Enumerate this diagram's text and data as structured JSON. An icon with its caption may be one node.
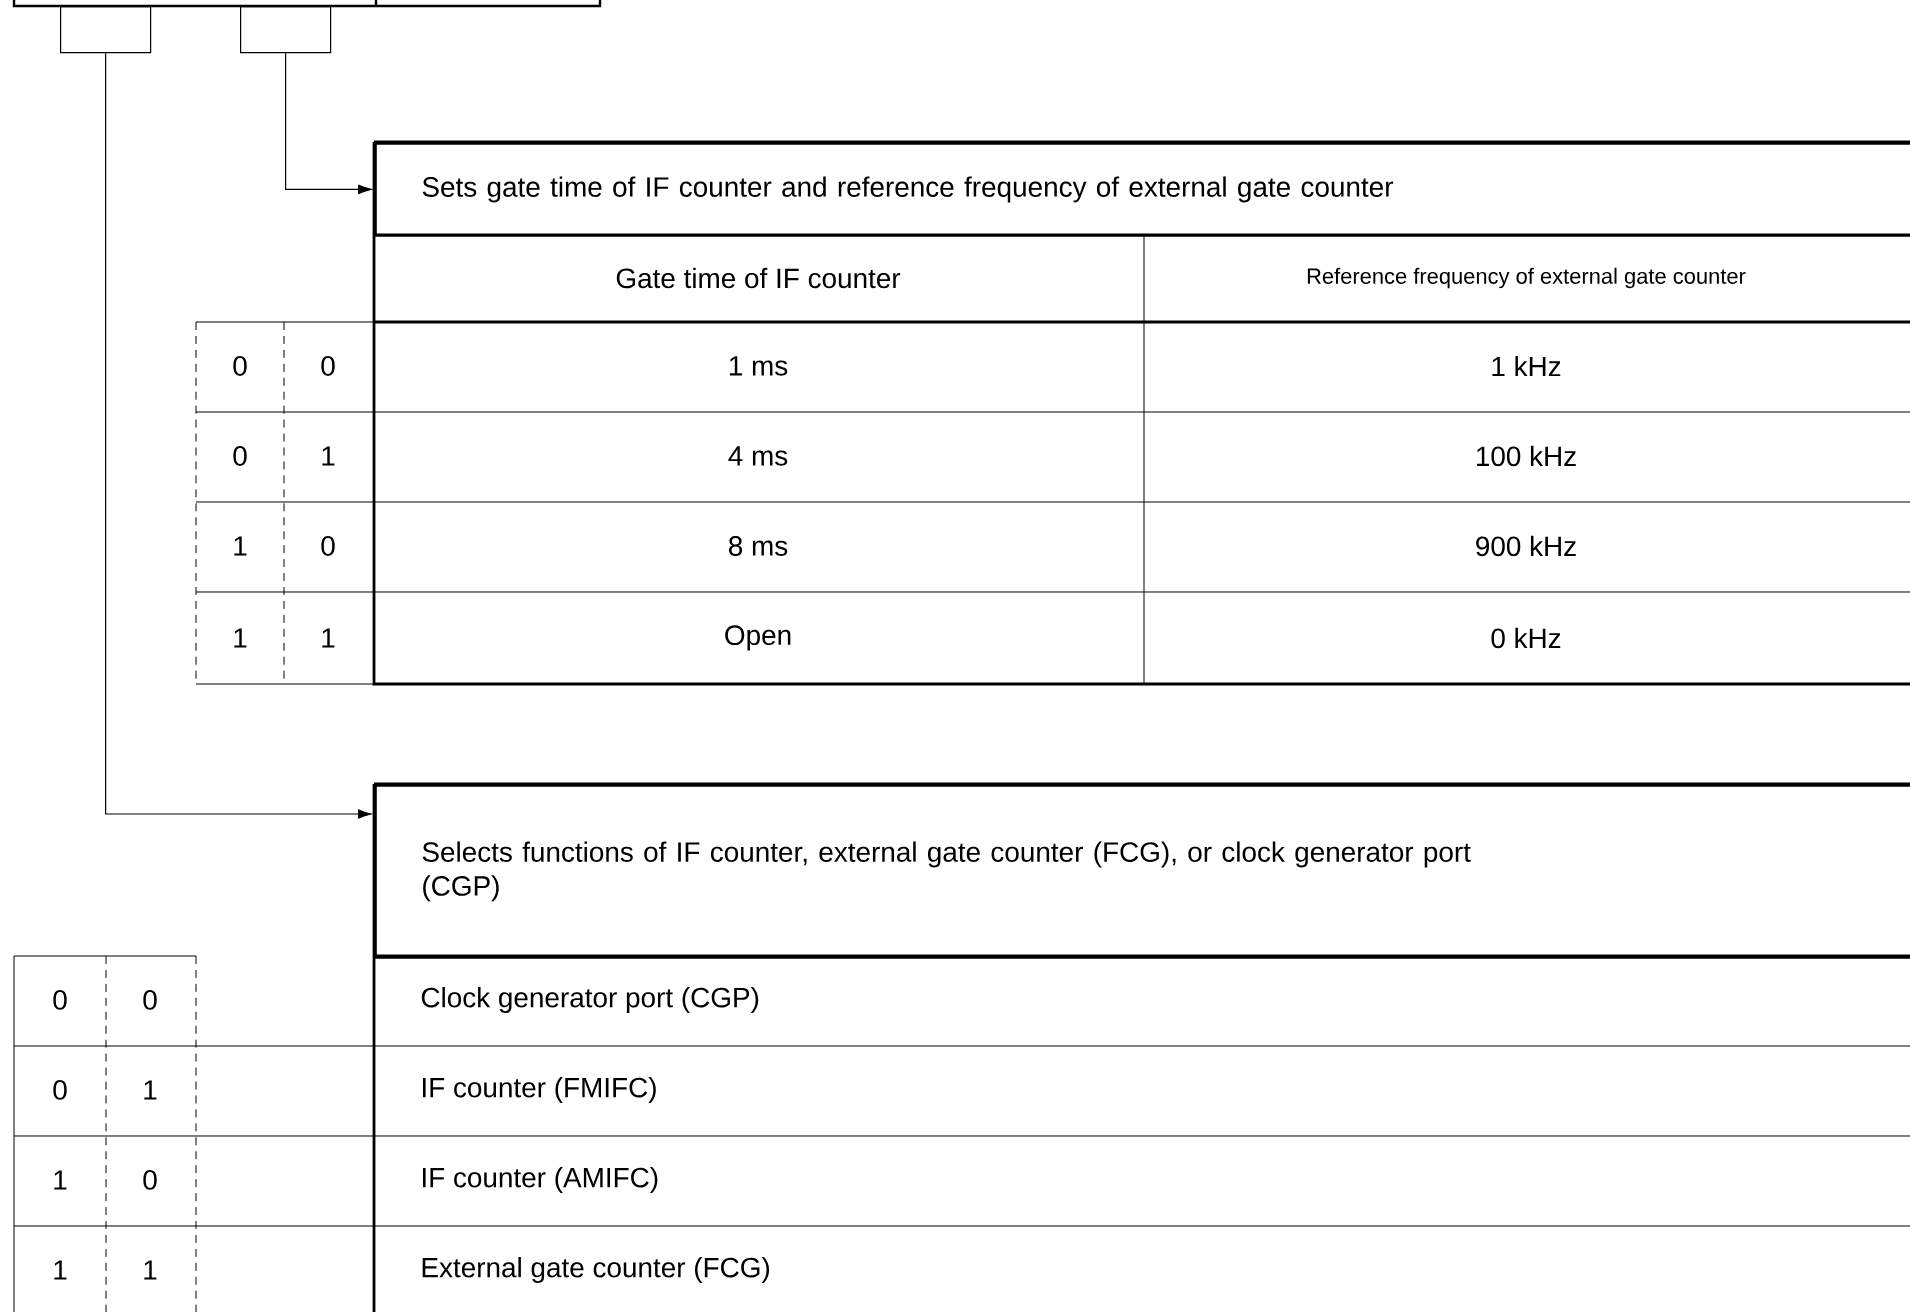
{
  "diagram": {
    "nodes": [
      {
        "text": [],
        "shape": "box"
      },
      {
        "text": [],
        "shape": "box"
      },
      {
        "text": [
          "Sets gate time of IF counter and reference frequency of external gate counter"
        ]
      },
      {
        "text": [
          "Selects functions of IF counter, external gate counter (FCG), or clock generator port (CGP)"
        ]
      }
    ],
    "edges": [
      {
        "from": 1,
        "to": 2,
        "arrow": "to"
      },
      {
        "from": 0,
        "to": 3,
        "arrow": "to"
      }
    ],
    "labels": [
      "Gate time of IF counter",
      "Reference frequency of external gate counter",
      "0",
      "0",
      "1 ms",
      "1 kHz",
      "0",
      "1",
      "4 ms",
      "100 kHz",
      "1",
      "0",
      "8 ms",
      "900 kHz",
      "1",
      "1",
      "Open",
      "0 kHz",
      "0",
      "0",
      "Clock generator port (CGP)",
      "0",
      "1",
      "IF counter (FMIFC)",
      "1",
      "0",
      "IF counter (AMIFC)",
      "1",
      "1",
      "External gate counter (FCG)"
    ]
  }
}
